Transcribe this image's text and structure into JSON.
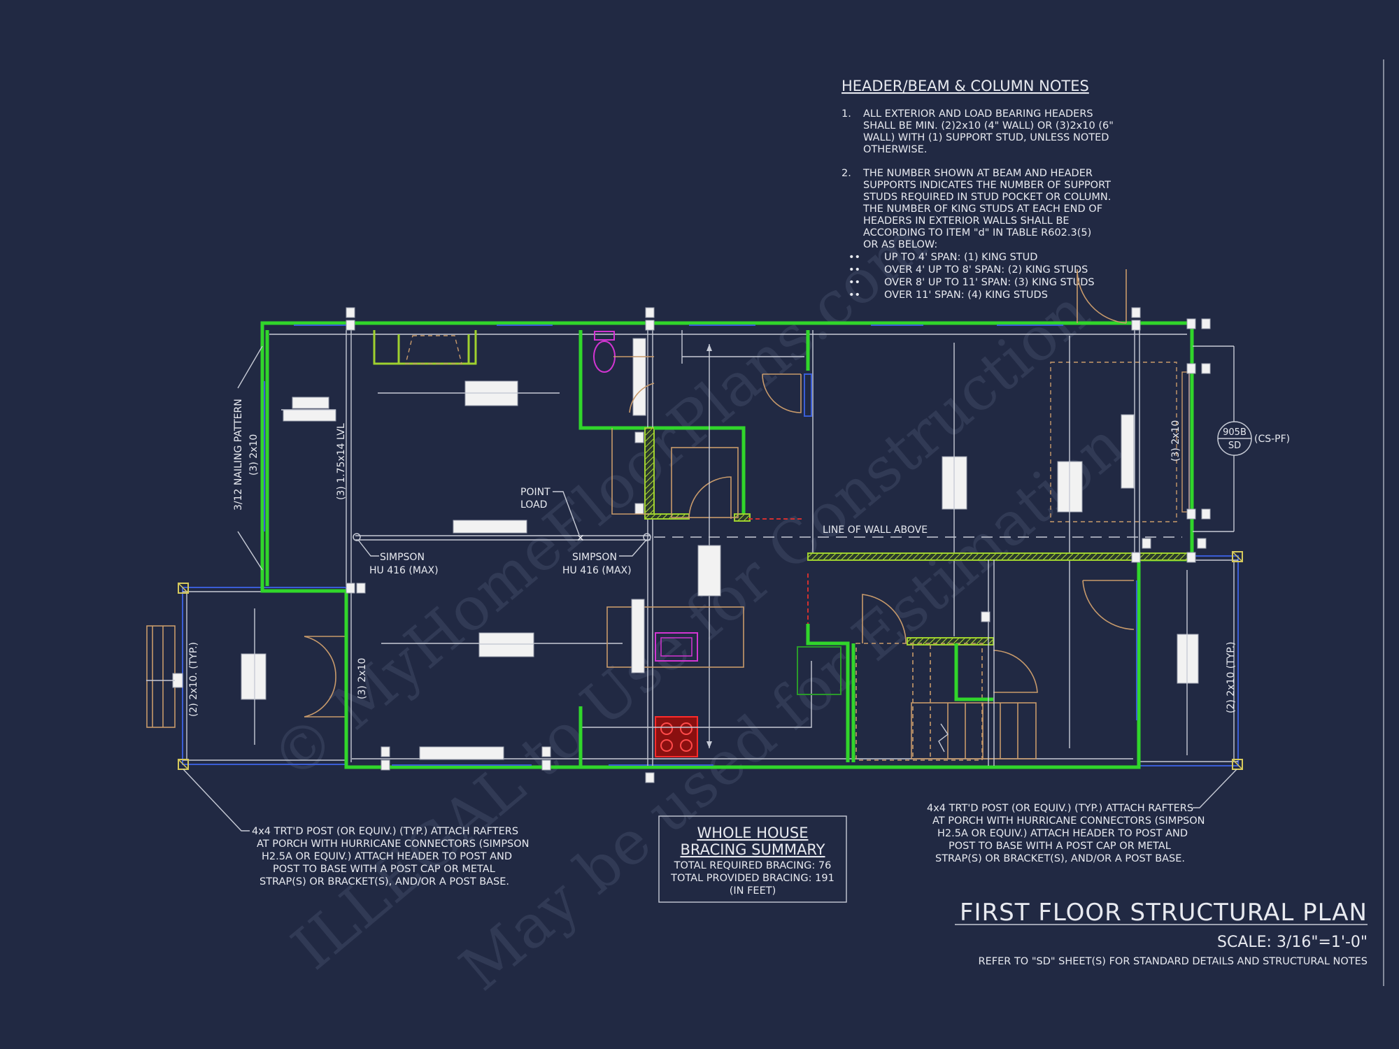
{
  "header_notes": {
    "title": "HEADER/BEAM & COLUMN NOTES",
    "note1_num": "1.",
    "note1": [
      "ALL EXTERIOR AND LOAD BEARING HEADERS",
      "SHALL BE MIN. (2)2x10 (4\" WALL) OR (3)2x10 (6\"",
      "WALL) WITH (1) SUPPORT STUD, UNLESS NOTED",
      "OTHERWISE."
    ],
    "note2_num": "2.",
    "note2": [
      "THE NUMBER SHOWN AT BEAM AND HEADER",
      "SUPPORTS INDICATES THE NUMBER OF SUPPORT",
      "STUDS REQUIRED IN STUD POCKET OR COLUMN.",
      "THE NUMBER OF KING STUDS AT EACH END OF",
      "HEADERS IN EXTERIOR WALLS SHALL BE",
      "ACCORDING TO ITEM \"d\" IN TABLE R602.3(5)",
      "OR AS BELOW:"
    ],
    "bullets": [
      "UP TO 4' SPAN: (1) KING STUD",
      "OVER 4' UP TO 8' SPAN: (2) KING STUDS",
      "OVER 8' UP TO 11' SPAN: (3) KING STUDS",
      "OVER 11' SPAN: (4) KING STUDS"
    ]
  },
  "plan_labels": {
    "nailing_pattern": "3/12 NAILING PATTERN",
    "left_wing_header": "(3) 2x10",
    "lvl_beam": "(3) 1.75x14 LVL",
    "point_load_1": "POINT",
    "point_load_2": "LOAD",
    "simpson_left_1": "SIMPSON",
    "simpson_left_2": "HU 416 (MAX)",
    "simpson_right_1": "SIMPSON",
    "simpson_right_2": "HU 416 (MAX)",
    "line_of_wall_above": "LINE OF WALL ABOVE",
    "right_wall_header": "(3) 2x10",
    "entry_header": "(3) 2x10",
    "porch_left_header": "(2) 2x10. (TYP.)",
    "porch_right_header": "(2) 2x10 (TYP.)",
    "detail_top": "905B",
    "detail_bottom": "SD",
    "detail_ref": "(CS-PF)"
  },
  "left_post_note": [
    "4x4 TRT'D POST (OR EQUIV.) (TYP.) ATTACH RAFTERS",
    "AT PORCH WITH HURRICANE CONNECTORS (SIMPSON",
    "H2.5A OR EQUIV.) ATTACH HEADER TO POST AND",
    "POST TO BASE WITH A POST CAP OR METAL",
    "STRAP(S) OR BRACKET(S), AND/OR A POST BASE."
  ],
  "right_post_note": [
    "4x4 TRT'D POST (OR EQUIV.) (TYP.) ATTACH RAFTERS",
    "AT PORCH WITH HURRICANE CONNECTORS (SIMPSON",
    "H2.5A OR EQUIV.) ATTACH HEADER TO POST AND",
    "POST TO BASE WITH A POST CAP OR METAL",
    "STRAP(S) OR BRACKET(S), AND/OR A POST BASE."
  ],
  "bracing_summary": {
    "title1": "WHOLE HOUSE",
    "title2": "BRACING SUMMARY",
    "required": "TOTAL REQUIRED BRACING: 76",
    "provided": "TOTAL PROVIDED BRACING: 191",
    "units": "(IN FEET)"
  },
  "title_block": {
    "title": "FIRST FLOOR STRUCTURAL PLAN",
    "scale": "SCALE: 3/16\"=1'-0\"",
    "refer": "REFER TO \"SD\" SHEET(S) FOR STANDARD DETAILS AND STRUCTURAL NOTES"
  },
  "watermark": {
    "line1": "© MyHomeFloorPlans.com",
    "line2": "ILLEGAL to Use for Construction",
    "line3": "May be used for Estimation"
  },
  "colors": {
    "background": "#212943",
    "wall": "#31d62b",
    "hatch": "#9fd12f",
    "door": "#c89a6b",
    "text": "#e8eaf0"
  }
}
